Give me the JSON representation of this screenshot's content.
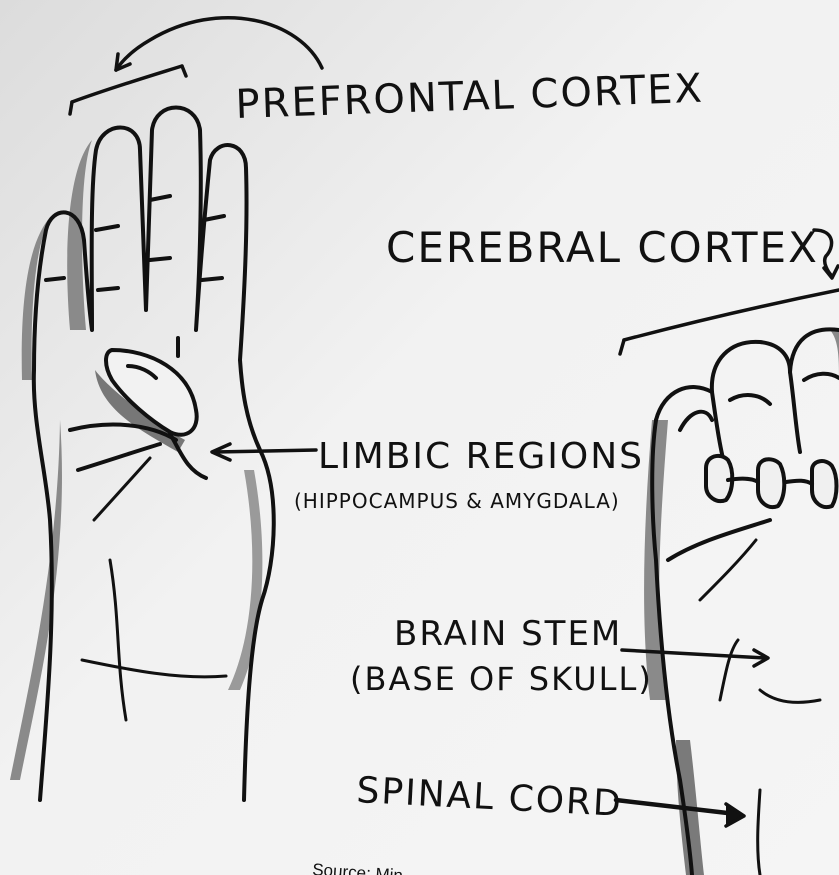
{
  "diagram": {
    "background": "#efefef",
    "ink": "#111111",
    "shade": "#8a8a8a",
    "labels": {
      "prefrontal": "PREFRONTAL CORTEX",
      "cerebral": "CEREBRAL CORTEX",
      "limbic": "LIMBIC REGIONS",
      "limbic_sub": "(HIPPOCAMPUS & AMYGDALA)",
      "brainstem": "BRAIN STEM",
      "brainstem_sub": "(BASE OF SKULL)",
      "spinal": "SPINAL CORD"
    },
    "source": "Source: Min"
  }
}
